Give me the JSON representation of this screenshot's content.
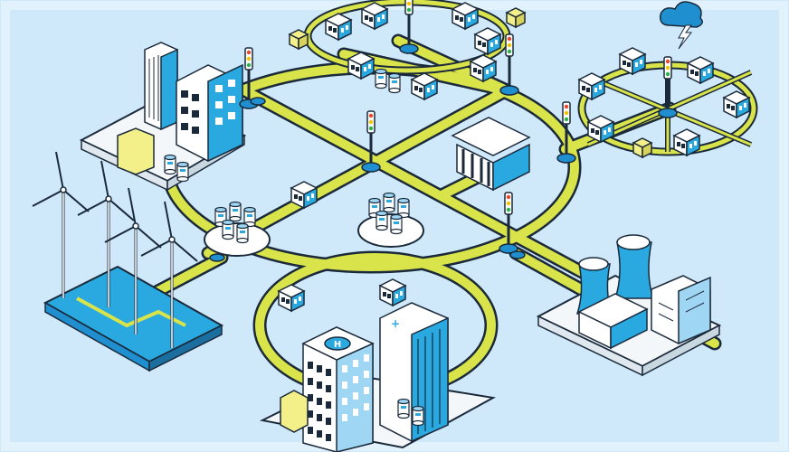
{
  "illustration": {
    "kind": "smart-grid-isometric",
    "colors": {
      "background": "#cfe9fb",
      "frame": "#e2f2fd",
      "network_line": "#d9e34a",
      "network_outline": "#1b2a3a",
      "building_white": "#ffffff",
      "building_blue": "#2aa8e0",
      "building_blue_light": "#9fd6f3",
      "ground_pad": "#f3f7fa",
      "facility_roof_badge": "#2aa8e0",
      "warning_panel": "#f3f08a",
      "signal_red": "#e8462e",
      "signal_yellow": "#f1c300",
      "signal_green": "#2bb34a",
      "node_blue": "#1f8fd0"
    },
    "hubs": [
      {
        "id": "top-village",
        "icon": "houses-cluster-icon"
      },
      {
        "id": "right-village",
        "icon": "houses-cluster-icon"
      },
      {
        "id": "industrial-complex",
        "icon": "industrial-building-icon"
      },
      {
        "id": "wind-farm",
        "icon": "wind-turbine-icon"
      },
      {
        "id": "hospital",
        "icon": "hospital-building-icon"
      },
      {
        "id": "power-plant",
        "icon": "cooling-tower-icon"
      },
      {
        "id": "bank",
        "icon": "bank-building-icon"
      },
      {
        "id": "storage-left",
        "icon": "battery-storage-icon"
      },
      {
        "id": "storage-center",
        "icon": "battery-storage-icon"
      },
      {
        "id": "cloud",
        "icon": "cloud-lightning-icon"
      }
    ]
  }
}
